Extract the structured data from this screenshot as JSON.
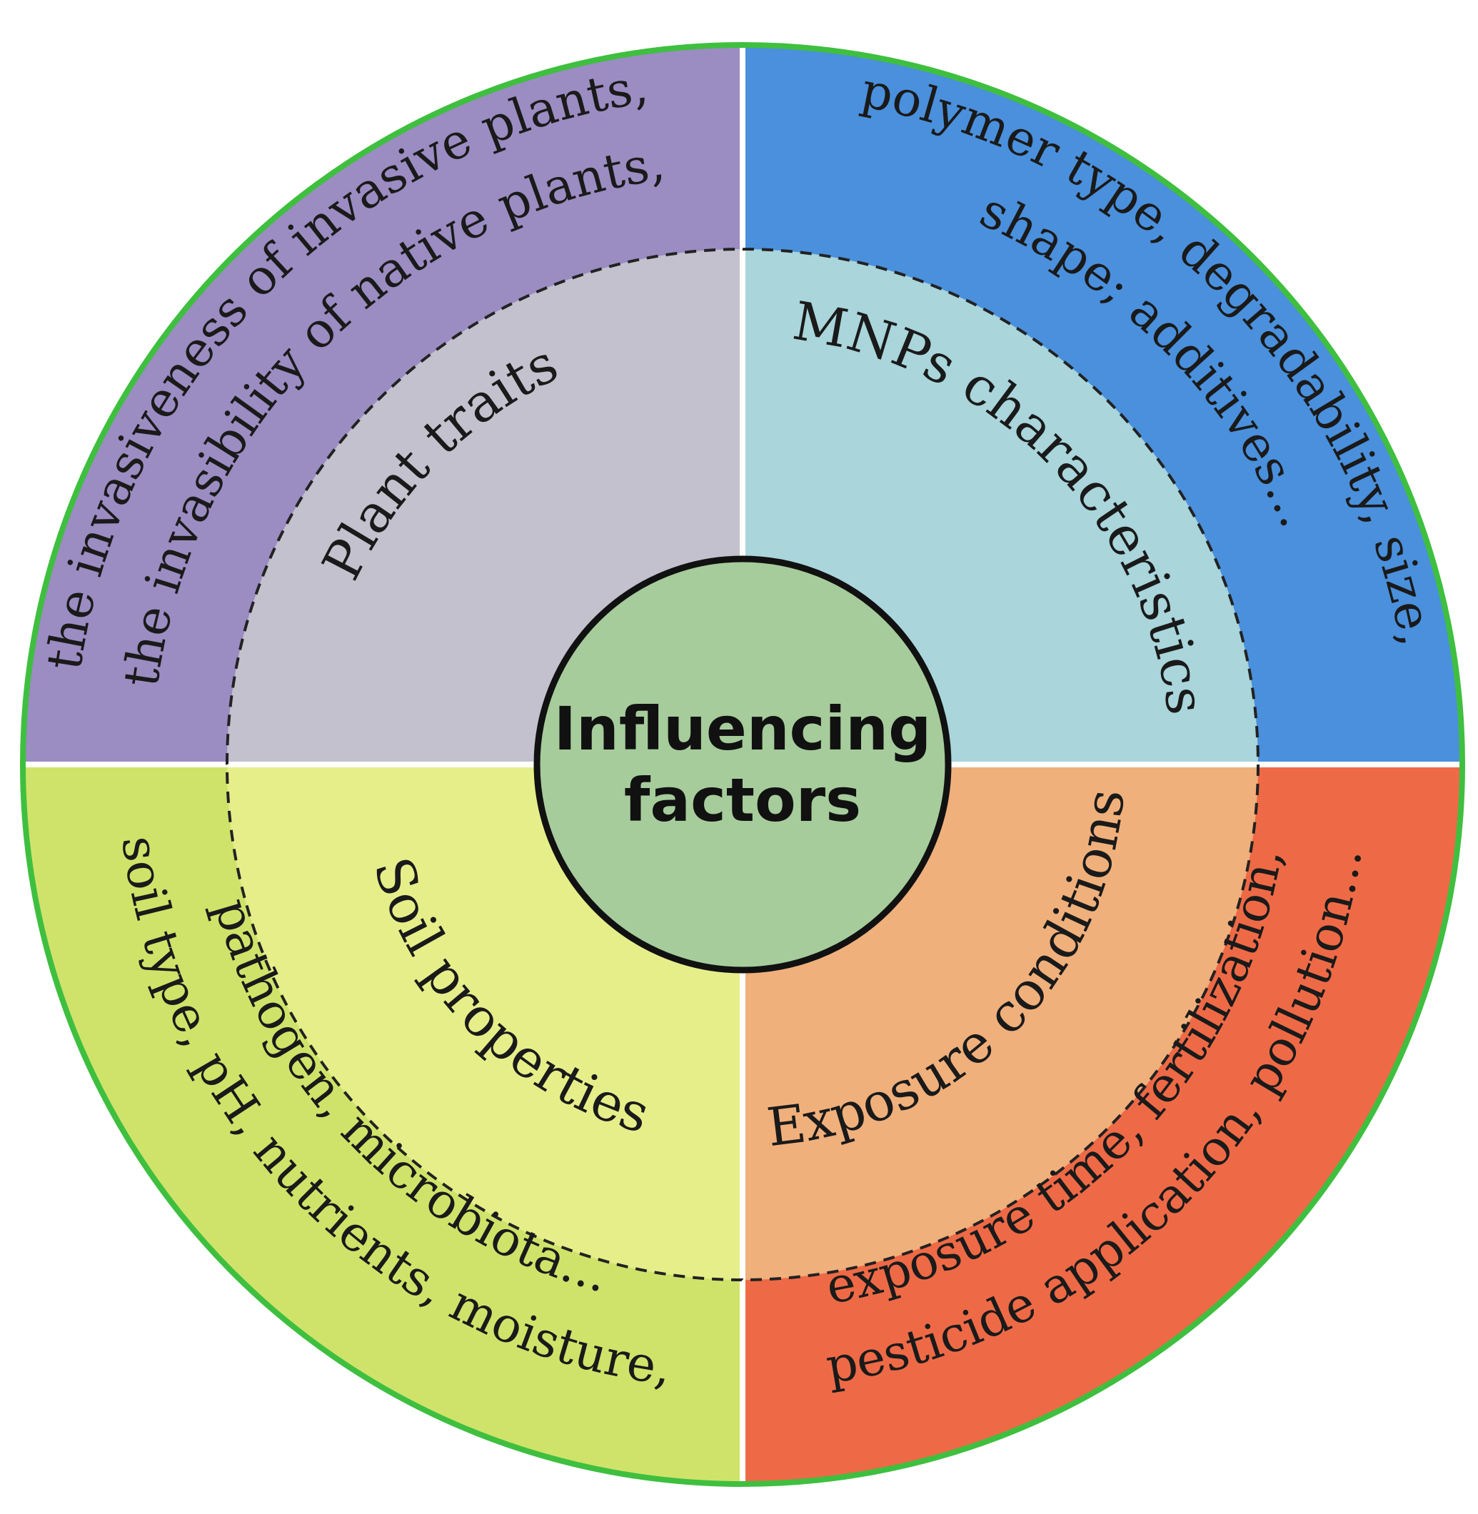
{
  "center": {
    "line1": "Influencing",
    "line2": "factors"
  },
  "quadrants": [
    {
      "id": "top-left",
      "inner_label": "Plant traits",
      "outer_lines": [
        "the invasiveness of invasive plants,",
        "the invasibility of native plants,"
      ]
    },
    {
      "id": "top-right",
      "inner_label": "MNPs characteristics",
      "outer_lines": [
        "polymer type, degradability, size,",
        "shape; additives..."
      ]
    },
    {
      "id": "bottom-left",
      "inner_label": "Soil properties",
      "outer_lines": [
        "soil type, pH, nutrients, moisture,",
        "pathogen, microbiota..."
      ]
    },
    {
      "id": "bottom-right",
      "inner_label": "Exposure conditions",
      "outer_lines": [
        "exposure time, fertilization,",
        "pesticide application, pollution..."
      ]
    }
  ],
  "colors": {
    "top_left_outer": "#9b8cc2",
    "top_left_inner": "#c3c1cd",
    "top_right_outer": "#4a90dc",
    "top_right_inner": "#a9d5db",
    "bottom_left_outer": "#cfe36a",
    "bottom_left_inner": "#e6ee8a",
    "bottom_right_outer": "#ee6a46",
    "bottom_right_inner": "#f0b07c",
    "center_fill": "#a6cc9b",
    "ring_border": "#3fbf3f"
  }
}
